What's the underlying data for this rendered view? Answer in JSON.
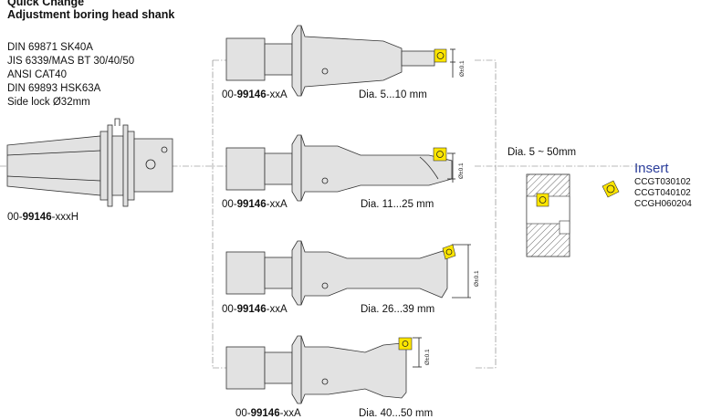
{
  "title": {
    "line1": "Quick Change",
    "line2": "Adjustment boring head shank"
  },
  "standards": [
    "DIN 69871 SK40A",
    "JIS 6339/MAS BT 30/40/50",
    "ANSI CAT40",
    "DIN 69893 HSK63A",
    "Side lock Ø32mm"
  ],
  "shank": {
    "prefix": "00-",
    "bold": "99146",
    "suffix": "-xxxH"
  },
  "heads": [
    {
      "prefix": "00-",
      "bold": "99146",
      "suffix": "-xxA",
      "dia": "Dia. 5...10 mm"
    },
    {
      "prefix": "00-",
      "bold": "99146",
      "suffix": "-xxA",
      "dia": "Dia. 11...25 mm"
    },
    {
      "prefix": "00-",
      "bold": "99146",
      "suffix": "-xxA",
      "dia": "Dia. 26...39 mm"
    },
    {
      "prefix": "00-",
      "bold": "99146",
      "suffix": "-xxA",
      "dia": "Dia. 40...50 mm"
    }
  ],
  "tol_label": "Ø±0.1",
  "range_label": "Dia. 5 ~ 50mm",
  "insert": {
    "title": "Insert",
    "codes": [
      "CCGT030102",
      "CCGT040102",
      "CCGH060204"
    ]
  },
  "colors": {
    "insert_title": "#2a3d9a",
    "insert_yellow": "#ffe600"
  }
}
